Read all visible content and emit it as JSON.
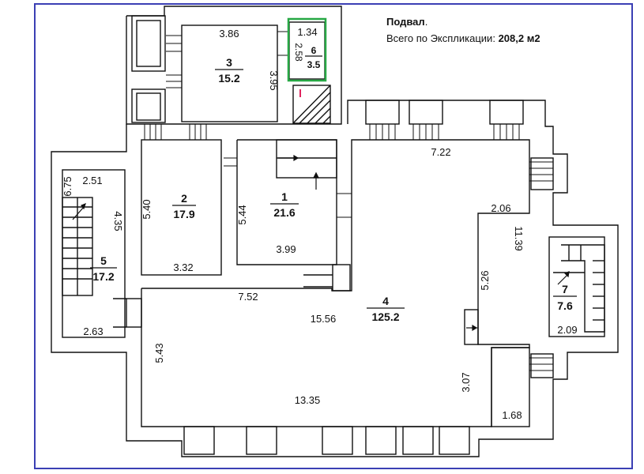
{
  "header": {
    "title": "Подвал",
    "title_suffix": ".",
    "total_label": "Всего по Экспликации:",
    "total_value": "208,2 м2"
  },
  "rooms": [
    {
      "id": "room-1",
      "number": "1",
      "area": "21.6"
    },
    {
      "id": "room-2",
      "number": "2",
      "area": "17.9"
    },
    {
      "id": "room-3",
      "number": "3",
      "area": "15.2"
    },
    {
      "id": "room-4",
      "number": "4",
      "area": "125.2"
    },
    {
      "id": "room-5",
      "number": "5",
      "area": "17.2"
    },
    {
      "id": "room-6",
      "number": "6",
      "area": "3.5"
    },
    {
      "id": "room-7",
      "number": "7",
      "area": "7.6"
    }
  ],
  "dimensions": {
    "d_3_86": "3.86",
    "d_1_34": "1.34",
    "d_2_58": "2.58",
    "d_3_95": "3.95",
    "d_7_22": "7.22",
    "d_5_40": "5.40",
    "d_5_44": "5.44",
    "d_3_32": "3.32",
    "d_3_99": "3.99",
    "d_2_06": "2.06",
    "d_11_39": "11.39",
    "d_5_26": "5.26",
    "d_6_75": "6.75",
    "d_2_51": "2.51",
    "d_4_35": "4.35",
    "d_2_63": "2.63",
    "d_7_52": "7.52",
    "d_15_56": "15.56",
    "d_5_43": "5.43",
    "d_13_35": "13.35",
    "d_3_07": "3.07",
    "d_1_68": "1.68",
    "d_2_09": "2.09"
  },
  "colors": {
    "frame": "#3b3fb4",
    "wall": "#111111",
    "highlight": "#27a844",
    "marker": "#e0245e"
  }
}
